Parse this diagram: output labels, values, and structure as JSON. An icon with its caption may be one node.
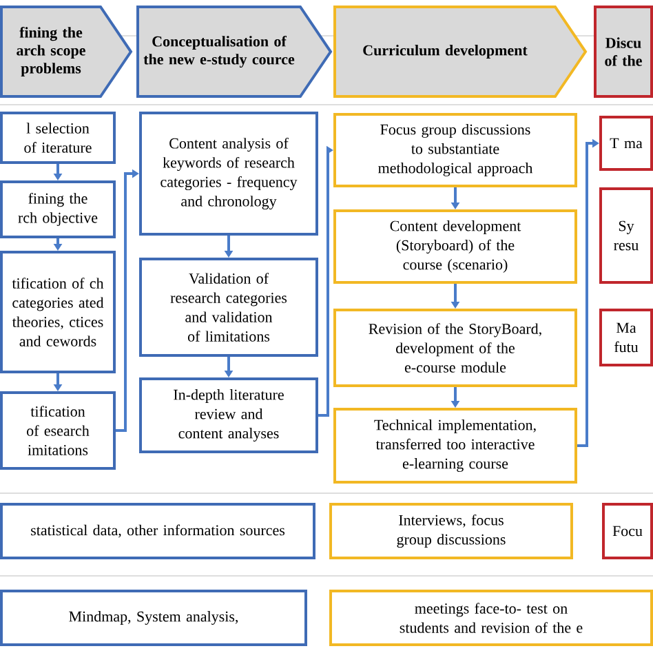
{
  "diagram": {
    "nodes": [
      {
        "text": [
          "fining the arch scope problems"
        ]
      },
      {
        "text": [
          "Conceptualisation of the new e-study cource"
        ]
      },
      {
        "text": [
          "Curriculum development"
        ]
      },
      {
        "text": [
          "Discu of the"
        ]
      },
      {
        "text": [
          "l selection of iterature"
        ]
      },
      {
        "text": [
          "fining the rch objective"
        ]
      },
      {
        "text": [
          "tification of ch categories ated theories, ctices and cewords"
        ]
      },
      {
        "text": [
          "tification of esearch imitations"
        ]
      },
      {
        "text": [
          "Content analysis of keywords of research categories - frequency and chronology"
        ]
      },
      {
        "text": [
          "Validation of research categories and validation of limitations"
        ]
      },
      {
        "text": [
          "In-depth literature review and content analyses"
        ]
      },
      {
        "text": [
          "Focus group discussions to substantiate methodological approach"
        ]
      },
      {
        "text": [
          "Content development (Storyboard) of the course (scenario)"
        ]
      },
      {
        "text": [
          "Revision of the StoryBoard, development of the e-course module"
        ]
      },
      {
        "text": [
          "Technical implementation, transferred too interactive e-learning course"
        ]
      },
      {
        "text": [
          "T ma"
        ]
      },
      {
        "text": [
          "Sy resu"
        ]
      },
      {
        "text": [
          "Ma futu"
        ]
      },
      {
        "text": [
          "statistical data, other information sources"
        ]
      },
      {
        "text": [
          "Interviews, focus group discussions"
        ]
      },
      {
        "text": [
          "Focu"
        ]
      },
      {
        "text": [
          "Mindmap, System analysis,"
        ]
      },
      {
        "text": [
          "meetings face-to- test on students and revision of the e"
        ]
      }
    ],
    "edges": [
      {
        "from": 4,
        "to": 5,
        "arrow": "to"
      },
      {
        "from": 5,
        "to": 6,
        "arrow": "to"
      },
      {
        "from": 6,
        "to": 7,
        "arrow": "to"
      },
      {
        "from": 7,
        "to": 8,
        "arrow": "to"
      },
      {
        "from": 8,
        "to": 9,
        "arrow": "to"
      },
      {
        "from": 9,
        "to": 10,
        "arrow": "to"
      },
      {
        "from": 10,
        "to": 11,
        "arrow": "to"
      },
      {
        "from": 11,
        "to": 12,
        "arrow": "to"
      },
      {
        "from": 12,
        "to": 13,
        "arrow": "to"
      },
      {
        "from": 13,
        "to": 14,
        "arrow": "to"
      },
      {
        "from": 14,
        "to": 15,
        "arrow": "to"
      }
    ]
  }
}
